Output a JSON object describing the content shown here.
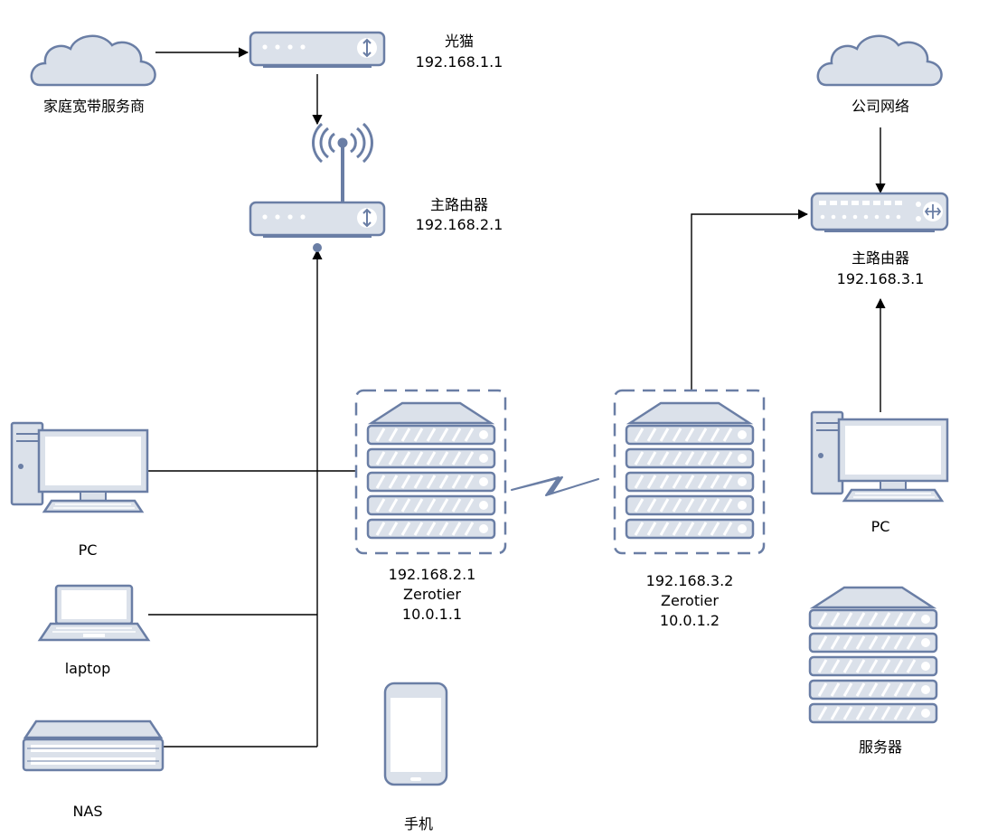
{
  "colors": {
    "device_fill": "#dbe1ea",
    "device_stroke": "#6a7ea5",
    "edge": "#000000",
    "text": "#000000"
  },
  "labels": {
    "isp": "家庭宽带服务商",
    "modem_name": "光猫",
    "modem_ip": "192.168.1.1",
    "home_router_name": "主路由器",
    "home_router_ip": "192.168.2.1",
    "office_network": "公司网络",
    "office_router_name": "主路由器",
    "office_router_ip": "192.168.3.1",
    "home_pc": "PC",
    "laptop": "laptop",
    "nas": "NAS",
    "phone": "手机",
    "zt_left_ip": "192.168.2.1",
    "zt_left_name": "Zerotier",
    "zt_left_vip": "10.0.1.1",
    "zt_right_ip": "192.168.3.2",
    "zt_right_name": "Zerotier",
    "zt_right_vip": "10.0.1.2",
    "office_pc": "PC",
    "office_server": "服务器"
  },
  "icons": {
    "isp_cloud": "cloud-icon",
    "office_cloud": "cloud-icon",
    "modem": "modem-icon",
    "wifi": "wifi-antenna-icon",
    "home_router": "router-icon",
    "office_router": "switch-router-icon",
    "home_pc": "desktop-pc-icon",
    "laptop": "laptop-icon",
    "nas": "nas-icon",
    "phone": "smartphone-icon",
    "zt_left": "server-rack-icon",
    "zt_right": "server-rack-icon",
    "office_pc": "desktop-pc-icon",
    "office_server": "server-rack-icon",
    "tunnel": "lightning-link-icon"
  }
}
